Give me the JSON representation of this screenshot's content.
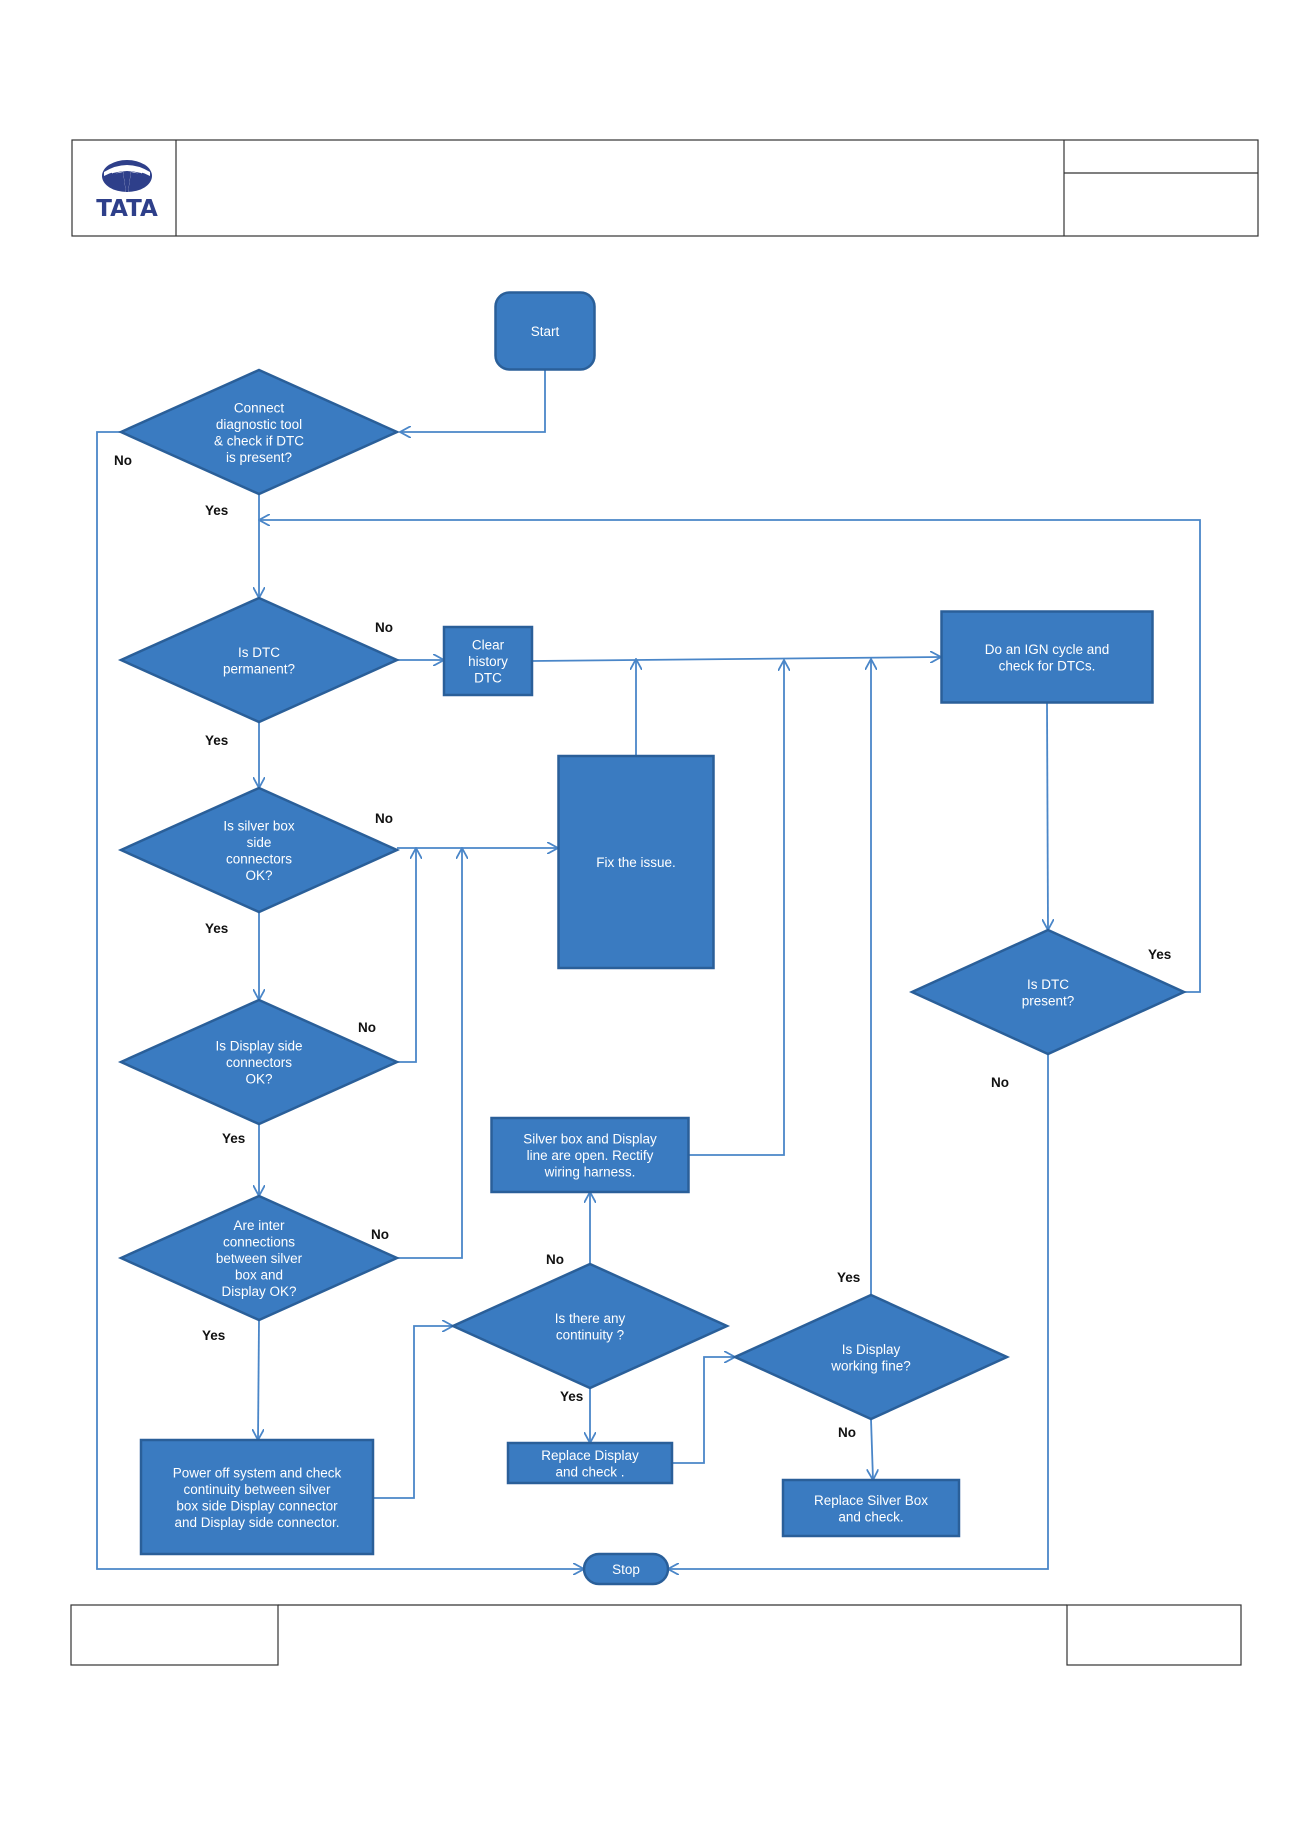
{
  "colors": {
    "node_fill": "#3a7bc1",
    "node_stroke": "#2a5f99",
    "edge": "#4a86c8",
    "border": "#333333",
    "logo": "#2e3f8a"
  },
  "header": {
    "logo_text": "TATA",
    "logo_icon": "tata-logo-icon"
  },
  "nodes": {
    "start": "Start",
    "connect_tool": [
      "Connect",
      "diagnostic tool",
      "& check if DTC",
      "is present?"
    ],
    "dtc_permanent": [
      "Is DTC",
      "permanent?"
    ],
    "clear_history": [
      "Clear",
      "history",
      "DTC"
    ],
    "ign_cycle": [
      "Do an IGN cycle and",
      "check for DTCs."
    ],
    "silver_box_connectors": [
      "Is  silver box",
      "side",
      "connectors",
      "OK?"
    ],
    "fix_issue": [
      "Fix the issue."
    ],
    "dtc_present": [
      "Is DTC",
      "present?"
    ],
    "display_connectors": [
      "Is Display side",
      "connectors",
      "OK?"
    ],
    "silver_display_open": [
      "Silver box and Display",
      "line are open. Rectify",
      "wiring harness."
    ],
    "inter_connections": [
      "Are inter",
      "connections",
      "between silver",
      "box and",
      "Display OK?"
    ],
    "continuity": [
      "Is there any",
      "continuity ?"
    ],
    "display_working": [
      "Is Display",
      "working fine?"
    ],
    "power_off": [
      "Power off system and check",
      "continuity between silver",
      "box side Display connector",
      "and Display side connector."
    ],
    "replace_display": [
      "Replace Display",
      "and  check ."
    ],
    "replace_silver_box": [
      "Replace Silver Box",
      "and check."
    ],
    "stop": "Stop"
  },
  "edge_labels": {
    "connect_no": "No",
    "connect_yes": "Yes",
    "permanent_no": "No",
    "permanent_yes": "Yes",
    "silver_no": "No",
    "silver_yes": "Yes",
    "display_no": "No",
    "display_yes": "Yes",
    "inter_no": "No",
    "inter_yes": "Yes",
    "present_yes": "Yes",
    "present_no": "No",
    "continuity_no": "No",
    "continuity_yes": "Yes",
    "working_yes": "Yes",
    "working_no": "No"
  }
}
